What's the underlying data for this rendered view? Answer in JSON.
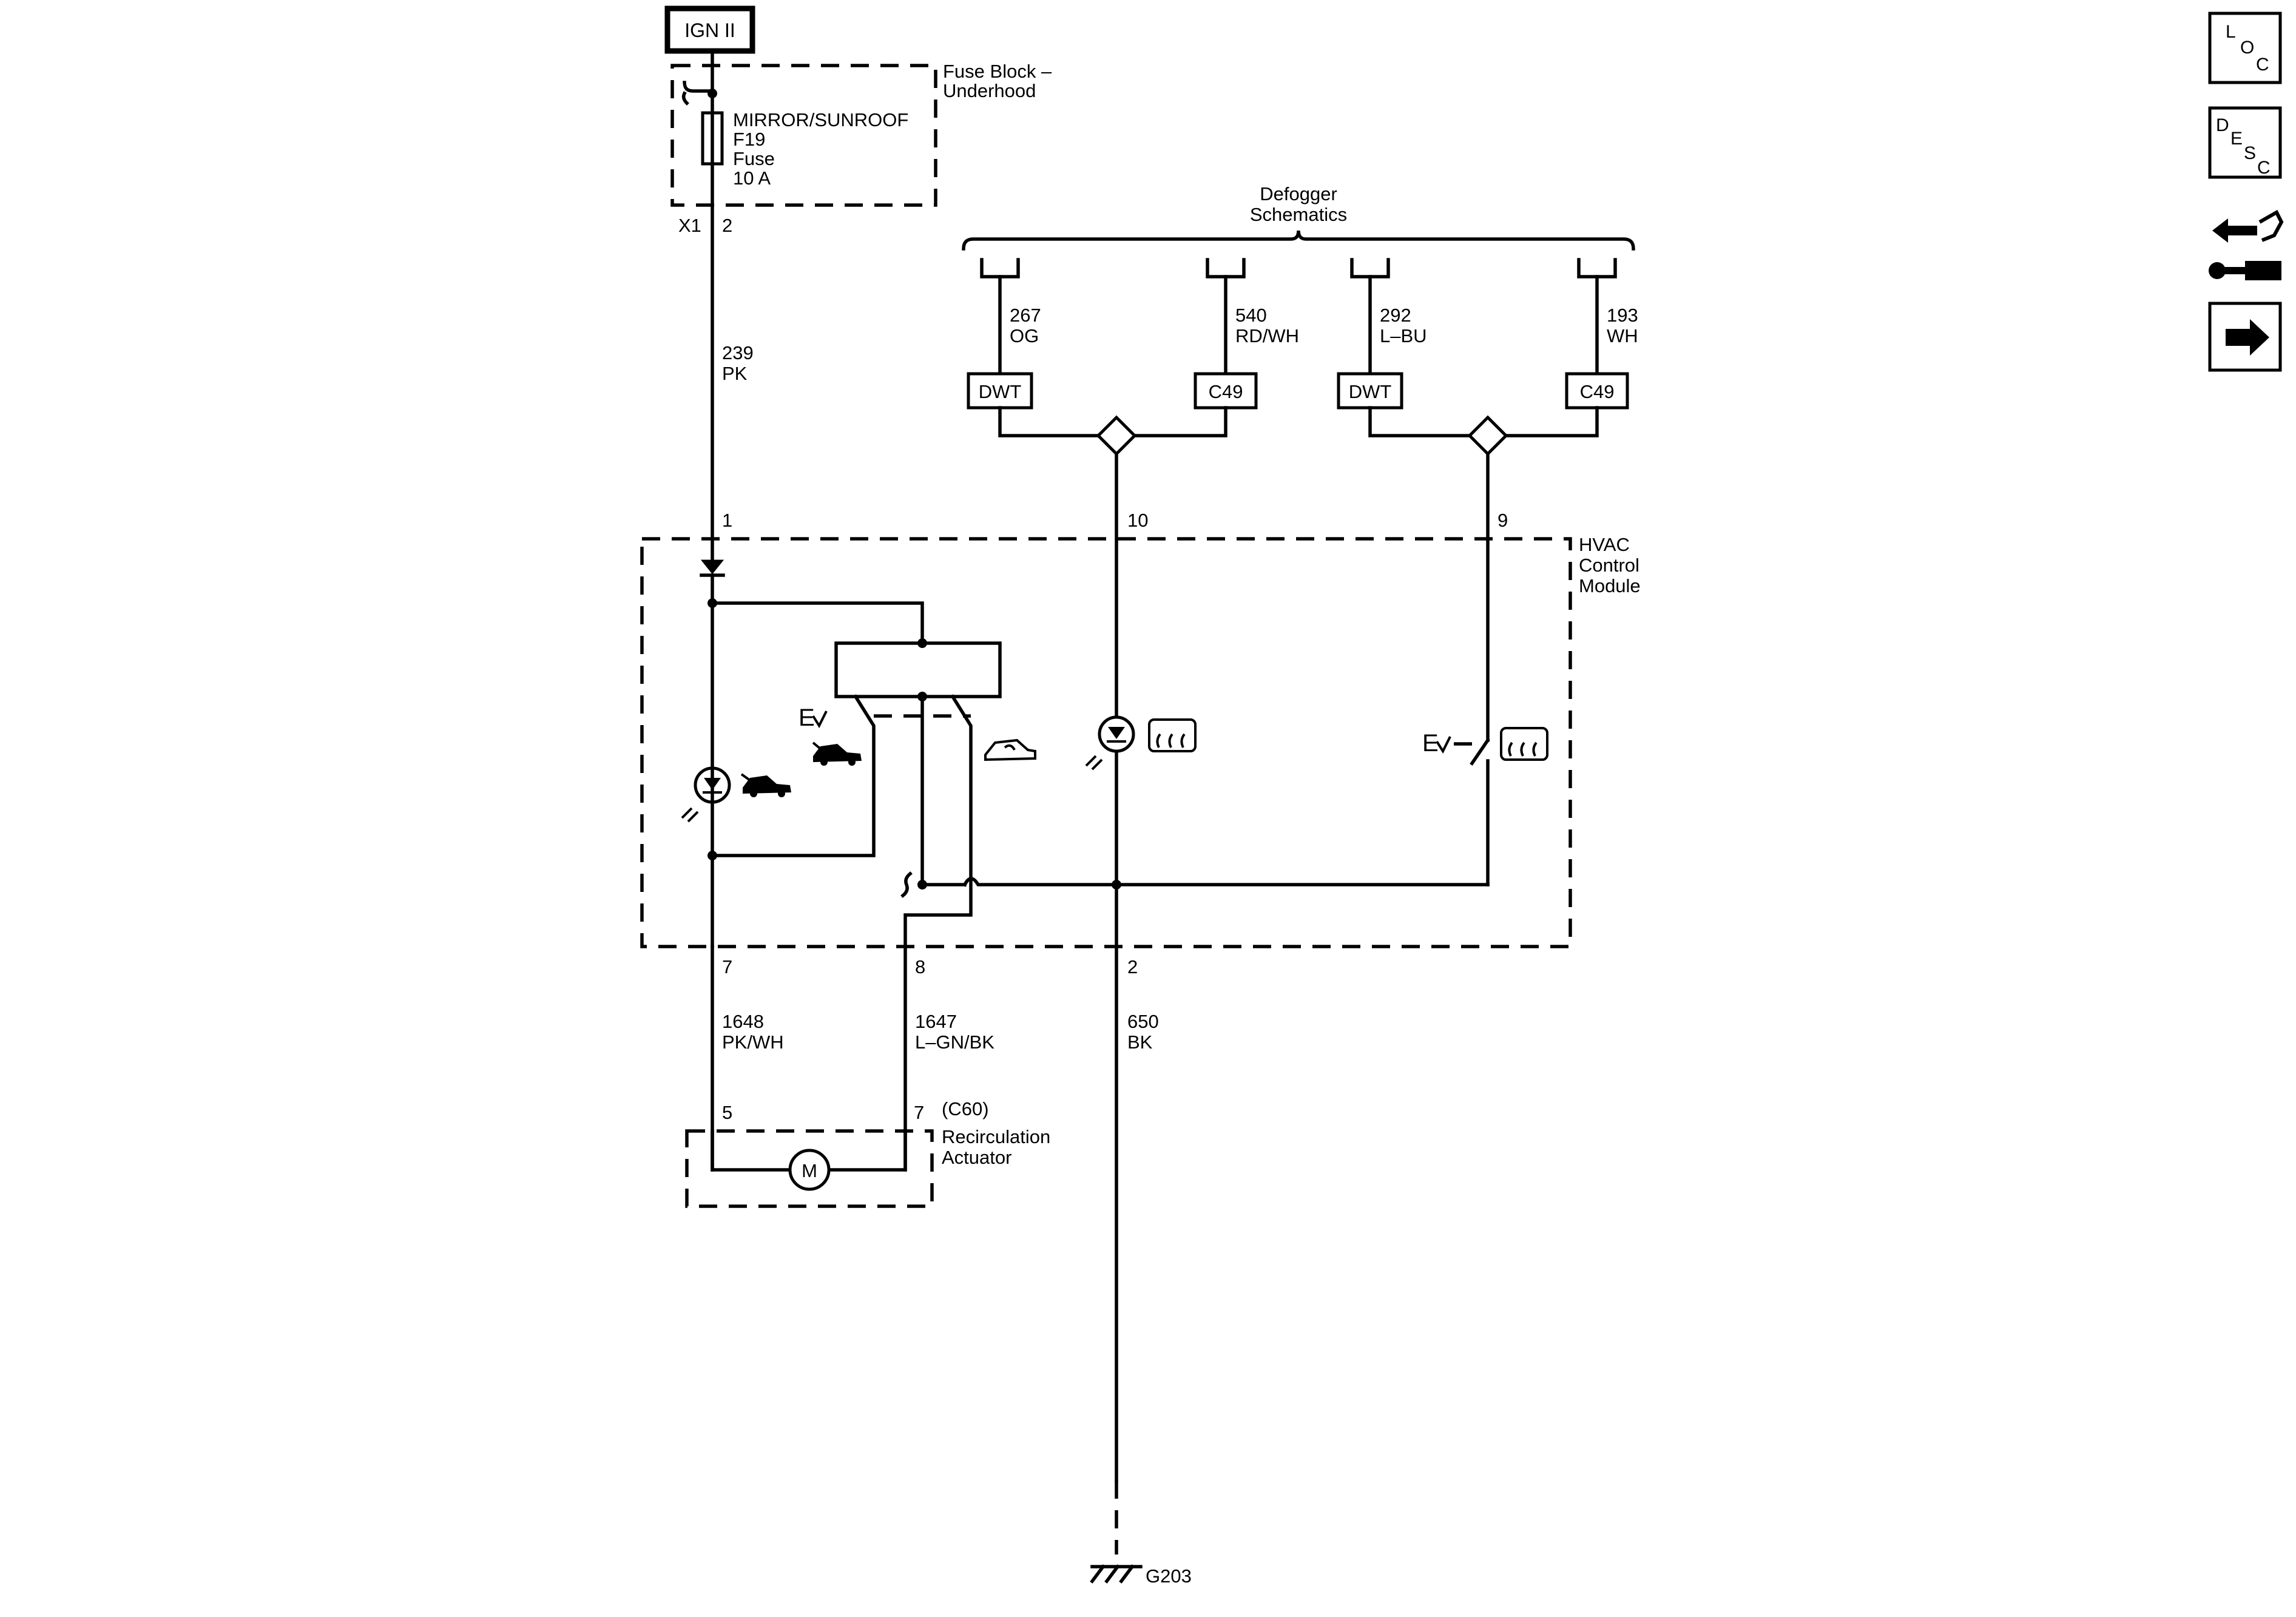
{
  "power": {
    "source": "IGN II"
  },
  "fuse_block": {
    "name_line1": "Fuse Block –",
    "name_line2": "Underhood",
    "fuse_circuit": "MIRROR/SUNROOF",
    "fuse_id": "F19",
    "fuse_word": "Fuse",
    "fuse_rating": "10 A",
    "connector": "X1",
    "pin": "2"
  },
  "wires": [
    {
      "circuit": "239",
      "color": "PK"
    },
    {
      "circuit": "267",
      "color": "OG"
    },
    {
      "circuit": "540",
      "color": "RD/WH"
    },
    {
      "circuit": "292",
      "color": "L–BU"
    },
    {
      "circuit": "193",
      "color": "WH"
    },
    {
      "circuit": "1648",
      "color": "PK/WH"
    },
    {
      "circuit": "1647",
      "color": "L–GN/BK"
    },
    {
      "circuit": "650",
      "color": "BK"
    }
  ],
  "defogger": {
    "title_line1": "Defogger",
    "title_line2": "Schematics",
    "connectors": [
      "DWT",
      "C49",
      "DWT",
      "C49"
    ]
  },
  "hvac_module": {
    "name_line1": "HVAC",
    "name_line2": "Control",
    "name_line3": "Module",
    "pins": {
      "top_left": "1",
      "top_mid": "10",
      "top_right": "9",
      "bottom_left": "7",
      "bottom_mid": "8",
      "bottom_right": "2"
    }
  },
  "actuator": {
    "connector": "(C60)",
    "name_line1": "Recirculation",
    "name_line2": "Actuator",
    "pin_left": "5",
    "pin_right": "7",
    "motor_label": "M"
  },
  "ground": {
    "id": "G203"
  },
  "nav_buttons": [
    {
      "label": "LOC",
      "icon": "loc-icon"
    },
    {
      "label": "DESC",
      "icon": "desc-icon"
    },
    {
      "label": "",
      "icon": "connector-repair-icon"
    },
    {
      "label": "",
      "icon": "next-arrow-icon"
    }
  ],
  "icons": {
    "indicator_1": "led-icon",
    "indicator_2": "car-recirculation-icon",
    "indicator_3": "rear-defrost-icon"
  }
}
